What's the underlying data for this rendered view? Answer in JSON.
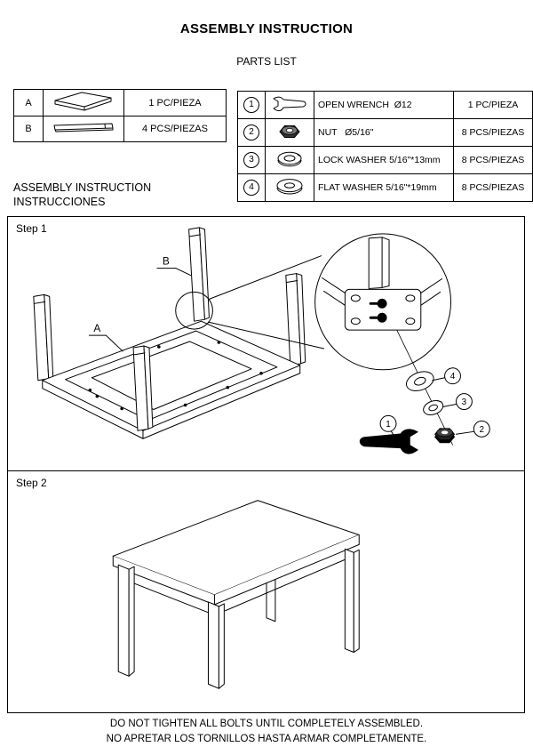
{
  "title": "ASSEMBLY INSTRUCTION",
  "parts_list_heading": "PARTS LIST",
  "parts_main": {
    "rows": [
      {
        "id": "A",
        "icon": "table-top-icon",
        "qty": "1 PC/PIEZA"
      },
      {
        "id": "B",
        "icon": "table-leg-icon",
        "qty": "4 PCS/PIEZAS"
      }
    ]
  },
  "parts_hw": {
    "rows": [
      {
        "num": "1",
        "icon": "open-wrench-icon",
        "name": "OPEN WRENCH  Ø12",
        "qty": "1 PC/PIEZA"
      },
      {
        "num": "2",
        "icon": "nut-icon",
        "name": "NUT   Ø5/16\"",
        "qty": "8 PCS/PIEZAS"
      },
      {
        "num": "3",
        "icon": "lock-washer-icon",
        "name": "LOCK WASHER 5/16\"*13mm",
        "qty": "8 PCS/PIEZAS"
      },
      {
        "num": "4",
        "icon": "flat-washer-icon",
        "name": "FLAT WASHER 5/16\"*19mm",
        "qty": "8 PCS/PIEZAS"
      }
    ]
  },
  "section_heading": {
    "line1": "ASSEMBLY INSTRUCTION",
    "line2": "INSTRUCCIONES"
  },
  "steps": [
    {
      "label": "Step 1",
      "part_label_a": "A",
      "part_label_b": "B",
      "callouts": {
        "wrench": "1",
        "nut": "2",
        "lock_washer": "3",
        "flat_washer": "4"
      }
    },
    {
      "label": "Step 2"
    }
  ],
  "footer": {
    "line1": "DO NOT TIGHTEN ALL BOLTS UNTIL COMPLETELY ASSEMBLED.",
    "line2": "NO APRETAR LOS TORNILLOS HASTA ARMAR COMPLETAMENTE."
  },
  "colors": {
    "ink": "#000000",
    "paper": "#ffffff"
  }
}
